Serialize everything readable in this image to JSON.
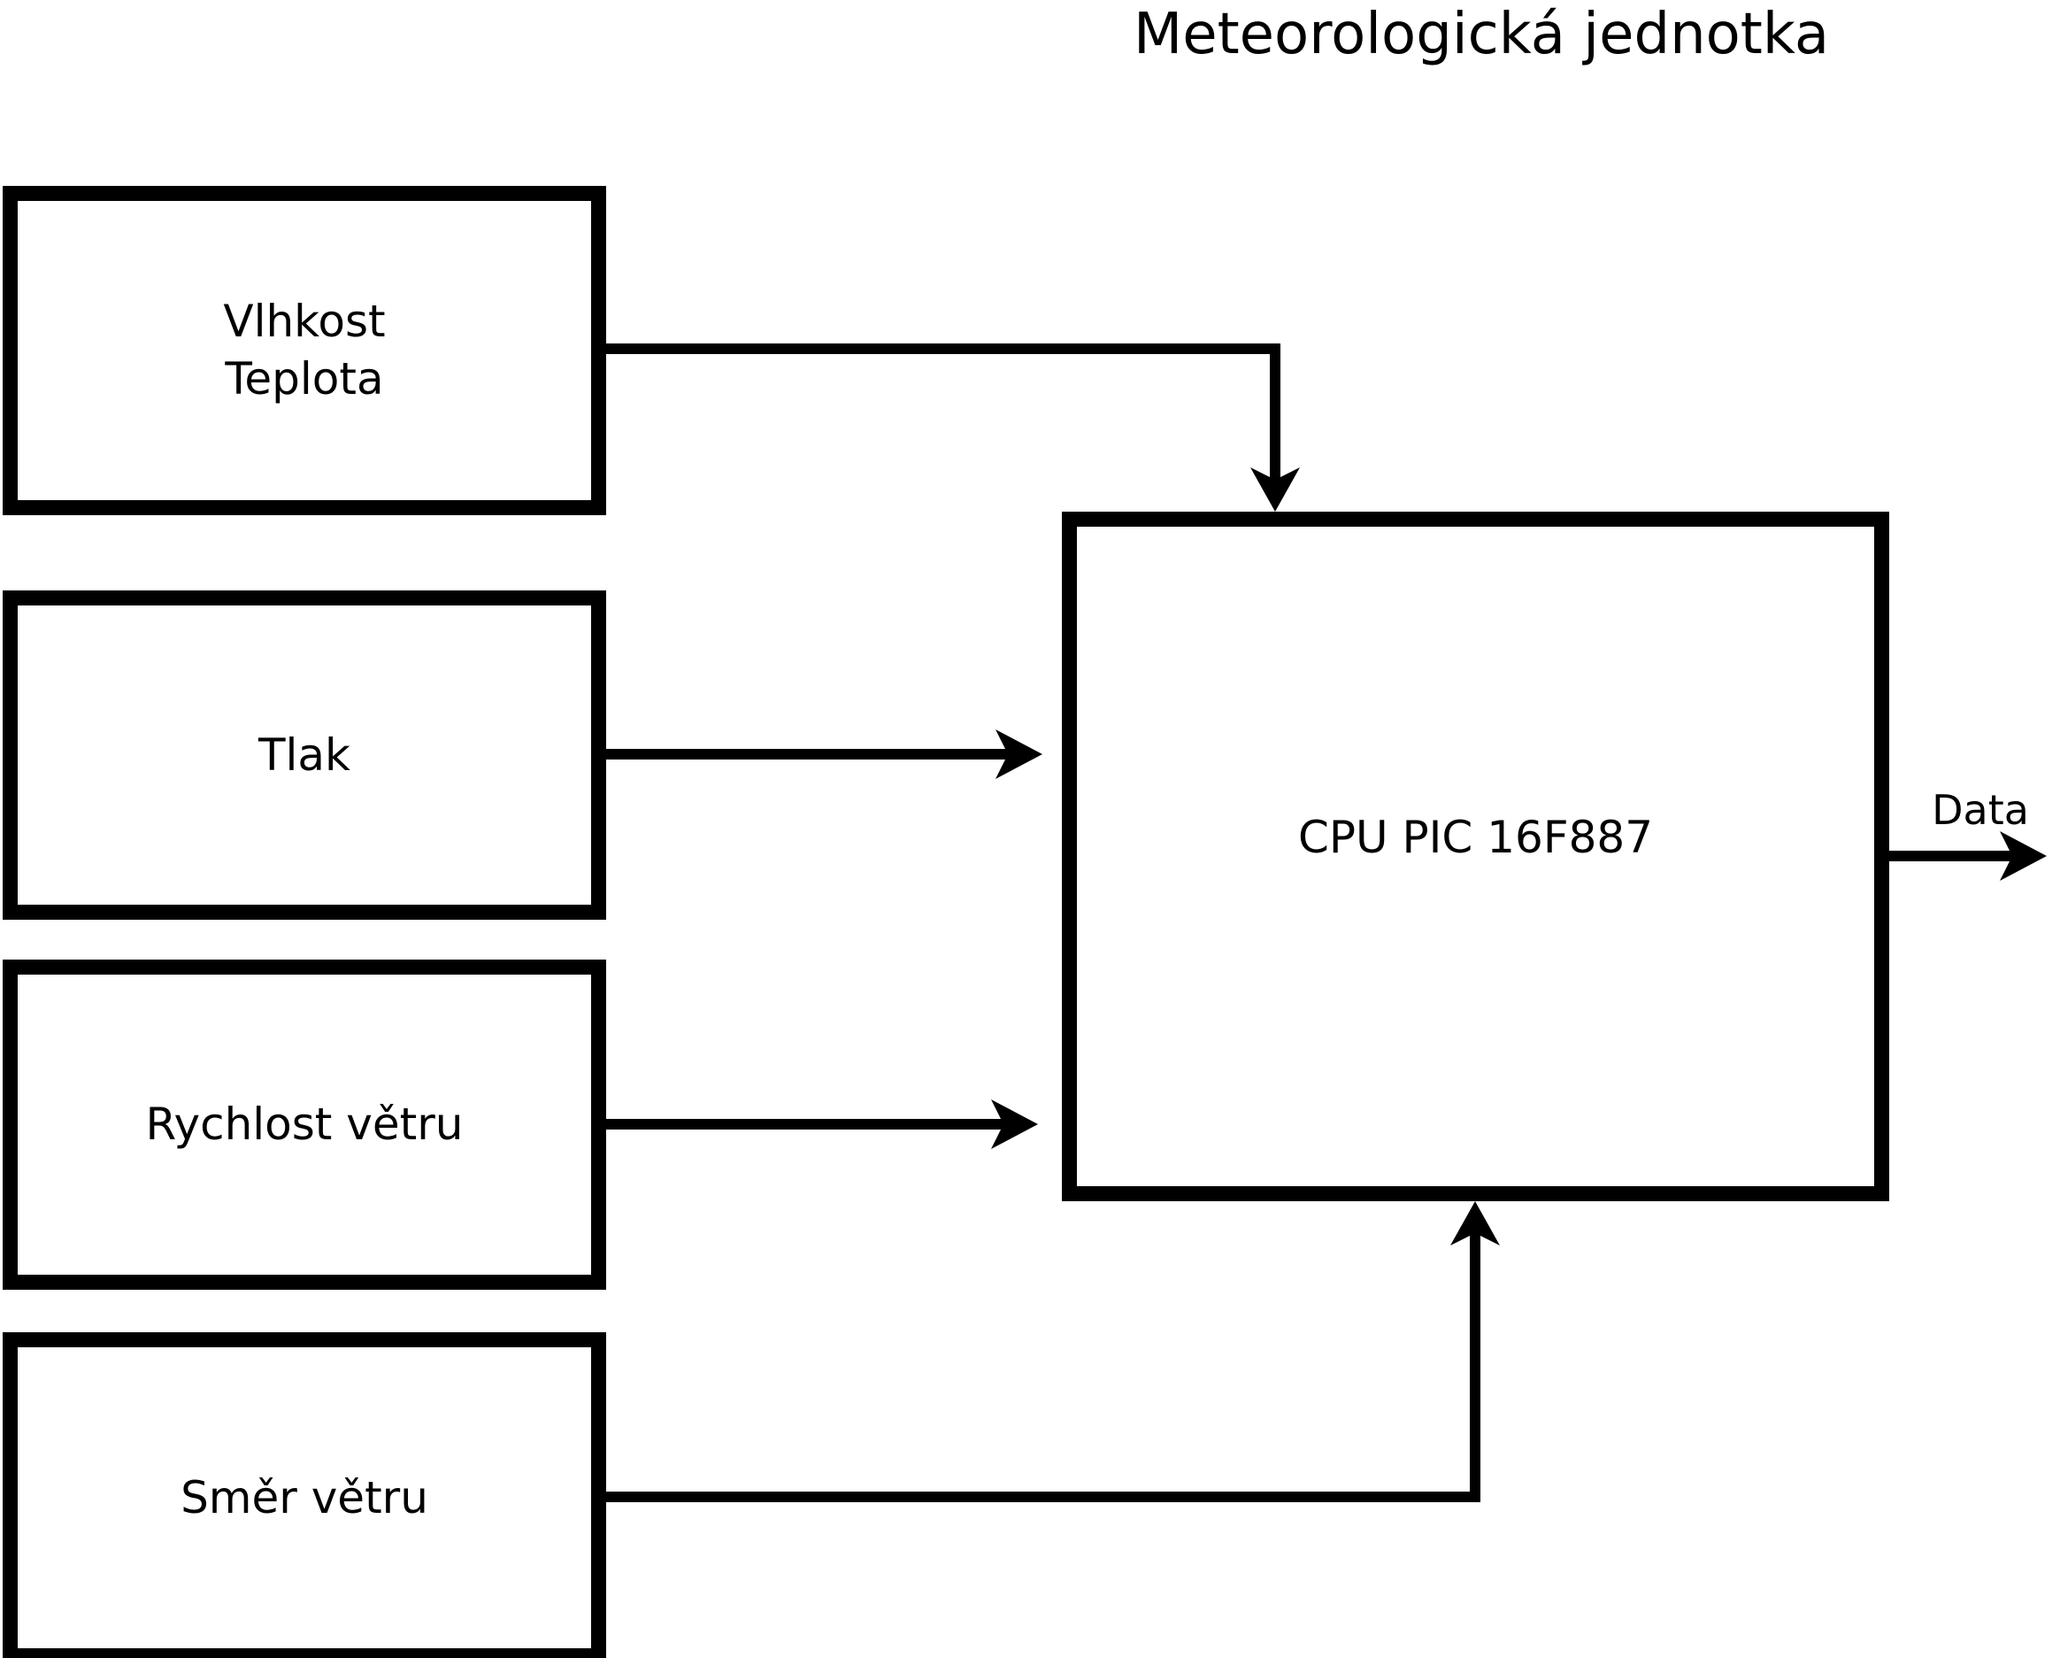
{
  "title": "Meteorologická jednotka",
  "sensors": [
    {
      "id": "humidity-temperature",
      "lines": [
        "Vlhkost",
        "Teplota"
      ]
    },
    {
      "id": "pressure",
      "lines": [
        "Tlak"
      ]
    },
    {
      "id": "wind-speed",
      "lines": [
        "Rychlost větru"
      ]
    },
    {
      "id": "wind-direction",
      "lines": [
        "Směr větru"
      ]
    }
  ],
  "cpu": {
    "label": "CPU PIC 16F887"
  },
  "output": {
    "label": "Data"
  },
  "colors": {
    "ink": "#000000",
    "background": "#ffffff"
  }
}
